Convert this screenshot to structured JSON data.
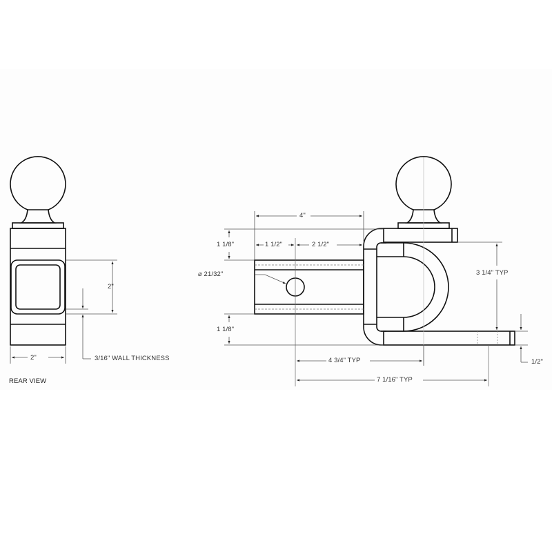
{
  "drawing": {
    "title": "Ball mount hitch dimension drawing",
    "line_color": "#111111",
    "dim_color": "#555555",
    "rear_view": {
      "view_label": "REAR VIEW",
      "width_dim": "2\"",
      "height_dim": "2\"",
      "wall_thickness": "3/16\" WALL THICKNESS"
    },
    "side_view": {
      "shank_length": "4\"",
      "hole_offset": "1 1/2\"",
      "hole_to_end": "2 1/2\"",
      "top_offset": "1 1/8\"",
      "bottom_offset": "1 1/8\"",
      "hole_diameter": "⌀ 21/32\"",
      "rise": "3 1/4\" TYP",
      "plate_thickness": "1/2\"",
      "length_to_ball": "4 3/4\" TYP",
      "overall_length": "7 1/16\" TYP"
    }
  }
}
